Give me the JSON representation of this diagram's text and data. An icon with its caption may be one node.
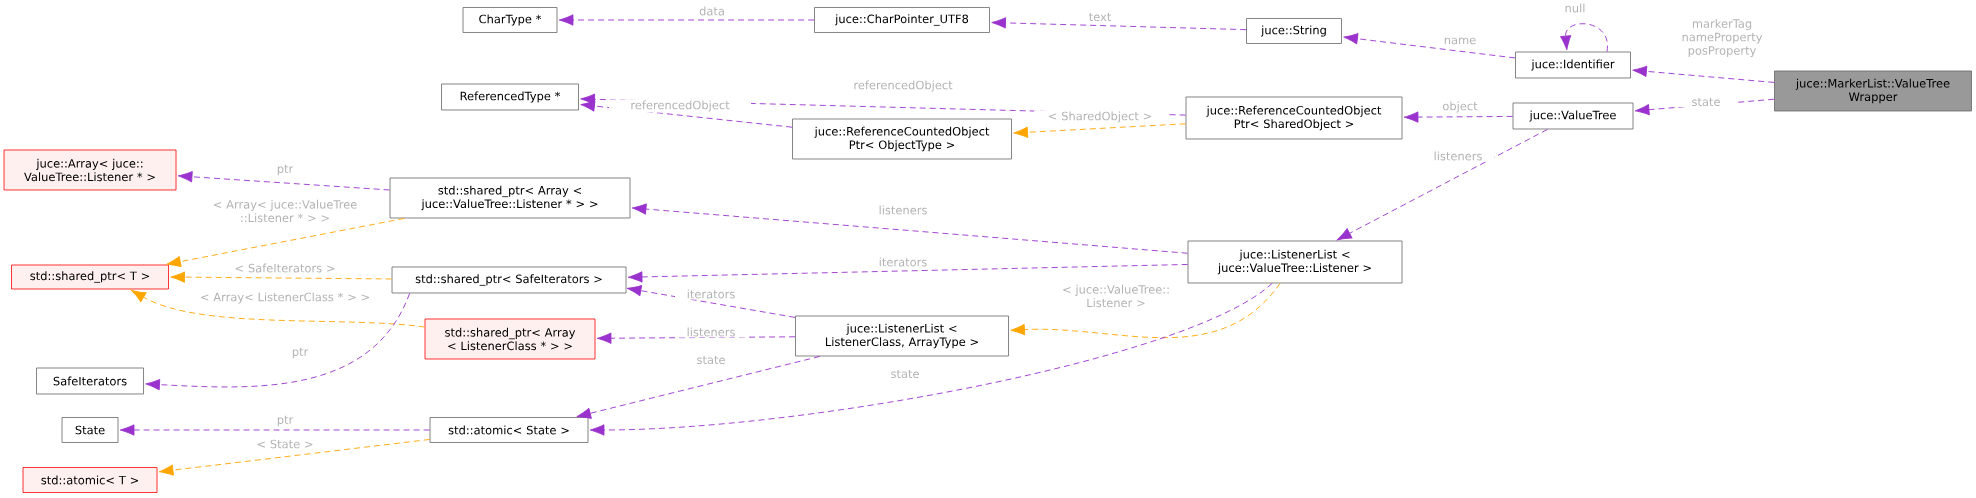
{
  "diagram": {
    "nodes": [
      {
        "text": [
          "juce::MarkerList::ValueTree Wrapper"
        ]
      },
      {
        "text": [
          "juce::Identifier"
        ]
      },
      {
        "text": [
          "juce::String"
        ]
      },
      {
        "text": [
          "juce::CharPointer_UTF8"
        ]
      },
      {
        "text": [
          "CharType *"
        ]
      },
      {
        "text": [
          "juce::ValueTree"
        ]
      },
      {
        "text": [
          "juce::ReferenceCountedObject Ptr< SharedObject >"
        ]
      },
      {
        "text": [
          "ReferencedType *"
        ]
      },
      {
        "text": [
          "juce::ReferenceCountedObject Ptr< ObjectType >"
        ]
      },
      {
        "text": [
          "juce::Array< juce:: ValueTree::Listener * >"
        ]
      },
      {
        "text": [
          "std::shared_ptr< Array < juce::ValueTree::Listener * > >"
        ]
      },
      {
        "text": [
          "std::shared_ptr< T >"
        ]
      },
      {
        "text": [
          "std::shared_ptr< SafeIterators >"
        ]
      },
      {
        "text": [
          "juce::ListenerList < juce::ValueTree::Listener >"
        ]
      },
      {
        "text": [
          "std::shared_ptr< Array < ListenerClass * > >"
        ]
      },
      {
        "text": [
          "juce::ListenerList < ListenerClass, ArrayType >"
        ]
      },
      {
        "text": [
          "SafeIterators"
        ]
      },
      {
        "text": [
          "State"
        ]
      },
      {
        "text": [
          "std::atomic< State >"
        ]
      },
      {
        "text": [
          "std::atomic< T >"
        ]
      }
    ],
    "edges": [
      {
        "from": 0,
        "to": 1,
        "arrow": "to",
        "label": "markerTag nameProperty posProperty",
        "style": "dashed"
      },
      {
        "from": 0,
        "to": 5,
        "arrow": "to",
        "label": "state",
        "style": "dashed"
      },
      {
        "from": 1,
        "to": 1,
        "arrow": "to",
        "label": "null",
        "style": "dashed"
      },
      {
        "from": 1,
        "to": 2,
        "arrow": "to",
        "label": "name",
        "style": "dashed"
      },
      {
        "from": 2,
        "to": 3,
        "arrow": "to",
        "label": "text",
        "style": "dashed"
      },
      {
        "from": 3,
        "to": 4,
        "arrow": "to",
        "label": "data",
        "style": "dashed"
      },
      {
        "from": 5,
        "to": 6,
        "arrow": "to",
        "label": "object",
        "style": "dashed"
      },
      {
        "from": 5,
        "to": 13,
        "arrow": "to",
        "label": "listeners",
        "style": "dashed"
      },
      {
        "from": 6,
        "to": 7,
        "arrow": "to",
        "label": "referencedObject",
        "style": "dashed"
      },
      {
        "from": 6,
        "to": 8,
        "arrow": "to",
        "label": "< SharedObject >",
        "style": "dashed",
        "color": "#ffa500"
      },
      {
        "from": 8,
        "to": 7,
        "arrow": "to",
        "label": "referencedObject",
        "style": "dashed"
      },
      {
        "from": 13,
        "to": 10,
        "arrow": "to",
        "label": "listeners",
        "style": "dashed"
      },
      {
        "from": 13,
        "to": 12,
        "arrow": "to",
        "label": "iterators",
        "style": "dashed"
      },
      {
        "from": 13,
        "to": 15,
        "arrow": "to",
        "label": "< juce::ValueTree:: Listener >",
        "style": "dashed",
        "color": "#ffa500"
      },
      {
        "from": 13,
        "to": 18,
        "arrow": "to",
        "label": "state",
        "style": "dashed"
      },
      {
        "from": 10,
        "to": 9,
        "arrow": "to",
        "label": "ptr",
        "style": "dashed"
      },
      {
        "from": 10,
        "to": 11,
        "arrow": "to",
        "label": "< Array< juce::ValueTree ::Listener * > >",
        "style": "dashed",
        "color": "#ffa500"
      },
      {
        "from": 12,
        "to": 11,
        "arrow": "to",
        "label": "< SafeIterators >",
        "style": "dashed",
        "color": "#ffa500"
      },
      {
        "from": 14,
        "to": 11,
        "arrow": "to",
        "label": "< Array< ListenerClass * > >",
        "style": "dashed",
        "color": "#ffa500"
      },
      {
        "from": 12,
        "to": 16,
        "arrow": "to",
        "label": "ptr",
        "style": "dashed"
      },
      {
        "from": 15,
        "to": 12,
        "arrow": "to",
        "label": "iterators",
        "style": "dashed"
      },
      {
        "from": 15,
        "to": 14,
        "arrow": "to",
        "label": "listeners",
        "style": "dashed"
      },
      {
        "from": 15,
        "to": 18,
        "arrow": "to",
        "label": "state",
        "style": "dashed"
      },
      {
        "from": 18,
        "to": 17,
        "arrow": "to",
        "label": "ptr",
        "style": "dashed"
      },
      {
        "from": 18,
        "to": 19,
        "arrow": "to",
        "label": "< State >",
        "style": "dashed",
        "color": "#ffa500"
      }
    ]
  }
}
